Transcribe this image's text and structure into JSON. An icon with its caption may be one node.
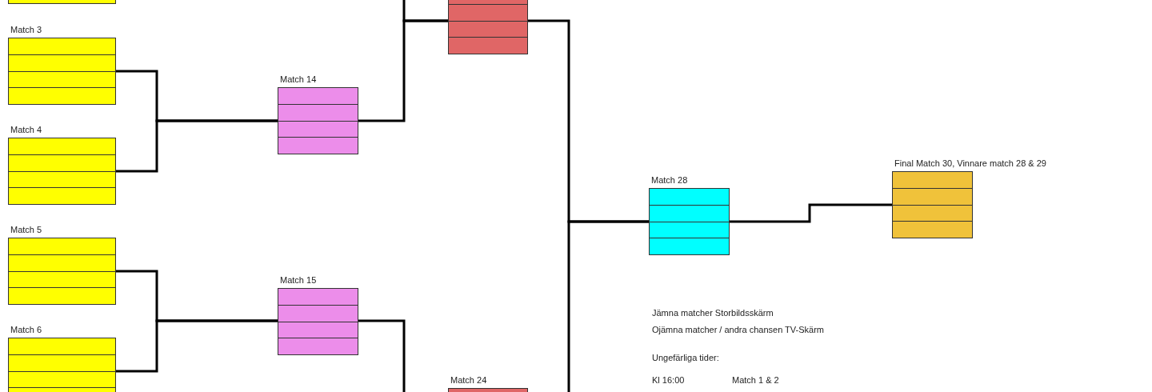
{
  "diagram": {
    "nodes": [
      {
        "text": [],
        "shape": "box"
      },
      {
        "text": [
          "Match 3"
        ]
      },
      {
        "text": [
          "Match 4"
        ]
      },
      {
        "text": [
          "Match 5"
        ]
      },
      {
        "text": [
          "Match 6"
        ]
      },
      {
        "text": [
          "Match 14"
        ]
      },
      {
        "text": [
          "Match 15"
        ]
      },
      {
        "text": [],
        "shape": "box"
      },
      {
        "text": [
          "Match 24"
        ]
      },
      {
        "text": [
          "Match 28"
        ]
      },
      {
        "text": [
          "Final Match 30, Vinnare match 28 & 29"
        ]
      }
    ],
    "edges": [
      {
        "from": 1,
        "to": 5,
        "arrow": "none"
      },
      {
        "from": 2,
        "to": 5,
        "arrow": "none"
      },
      {
        "from": 3,
        "to": 6,
        "arrow": "none"
      },
      {
        "from": 4,
        "to": 6,
        "arrow": "none"
      },
      {
        "from": null,
        "to": 7,
        "arrow": "none"
      },
      {
        "from": 5,
        "to": 7,
        "arrow": "none"
      },
      {
        "from": 6,
        "to": 8,
        "arrow": "none"
      },
      {
        "from": 7,
        "to": 9,
        "arrow": "none"
      },
      {
        "from": 8,
        "to": 9,
        "arrow": "none"
      },
      {
        "from": 9,
        "to": 10,
        "arrow": "none"
      }
    ],
    "labels": [
      "Jämna matcher Storbildsskärm",
      "Ojämna matcher / andra chansen TV-Skärm",
      "Ungefärliga tider:",
      "Kl 16:00",
      "Match 1 & 2"
    ]
  }
}
